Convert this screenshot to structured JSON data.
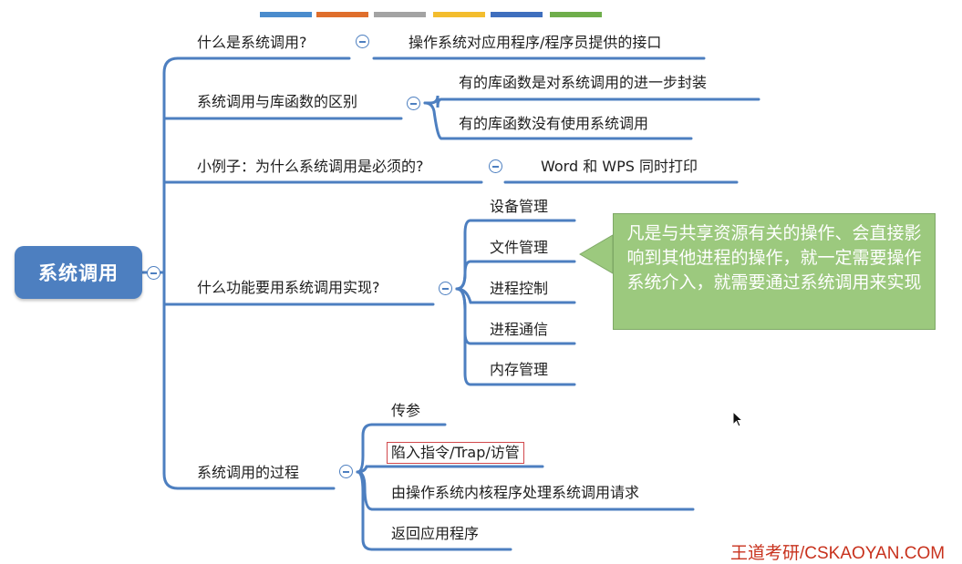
{
  "palette_strip": [
    "#4a8ccd",
    "#df6e2c",
    "#a3a3a3",
    "#f3bd2e",
    "#3f6fbe",
    "#6fae4b"
  ],
  "colors": {
    "root_fill": "#4d7fc0",
    "branch_line": "#4d7fc0",
    "callout_fill": "#9cc97e",
    "highlight_border": "#d1484c",
    "watermark": "#c8321d"
  },
  "root": {
    "label": "系统调用"
  },
  "branches": [
    {
      "label": "什么是系统调用?",
      "children": [
        "操作系统对应用程序/程序员提供的接口"
      ]
    },
    {
      "label": "系统调用与库函数的区别",
      "children": [
        "有的库函数是对系统调用的进一步封装",
        "有的库函数没有使用系统调用"
      ]
    },
    {
      "label": "小例子：为什么系统调用是必须的?",
      "children": [
        "Word 和 WPS 同时打印"
      ]
    },
    {
      "label": "什么功能要用系统调用实现?",
      "children": [
        "设备管理",
        "文件管理",
        "进程控制",
        "进程通信",
        "内存管理"
      ]
    },
    {
      "label": "系统调用的过程",
      "children": [
        "传参",
        "陷入指令/Trap/访管",
        "由操作系统内核程序处理系统调用请求",
        "返回应用程序"
      ]
    }
  ],
  "callout": {
    "text": "凡是与共享资源有关的操作、会直接影响到其他进程的操作，就一定需要操作系统介入，就需要通过系统调用来实现"
  },
  "watermark": "王道考研/CSKAOYAN.COM",
  "icons": {
    "collapse": "minus-circle-icon",
    "cursor": "mouse-pointer-icon"
  }
}
